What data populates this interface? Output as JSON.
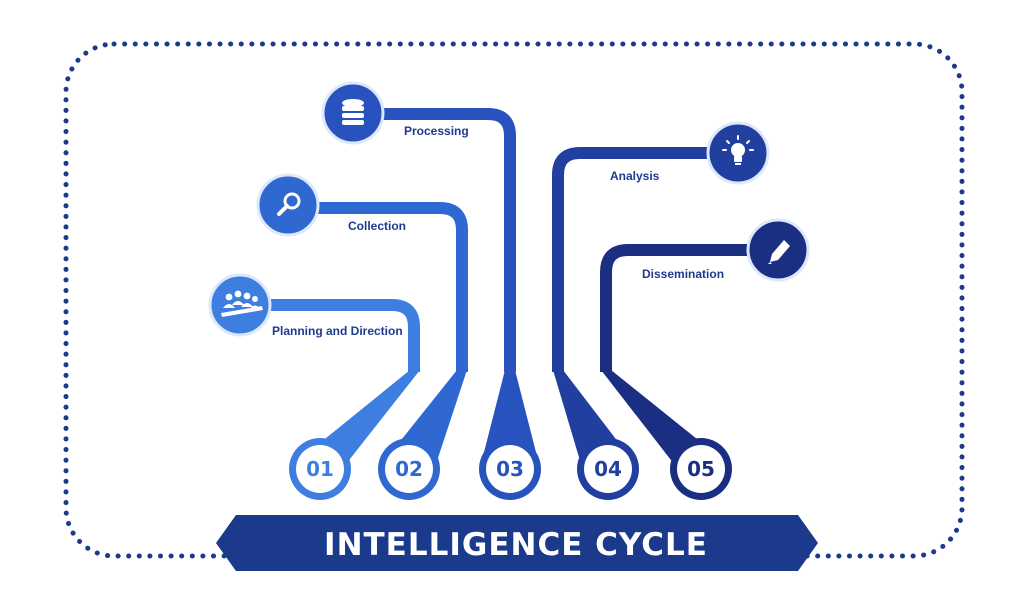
{
  "title": "INTELLIGENCE CYCLE",
  "colors": {
    "border": "#1b3a8c",
    "banner": "#1b3a8c",
    "banner_text": "#ffffff",
    "label_text": "#1d3b8f"
  },
  "steps": [
    {
      "number": "01",
      "label": "Planning and Direction",
      "icon": "team-icon",
      "color": "#3d7ee0"
    },
    {
      "number": "02",
      "label": "Collection",
      "icon": "magnifier-icon",
      "color": "#3068d2"
    },
    {
      "number": "03",
      "label": "Processing",
      "icon": "database-icon",
      "color": "#2852bd"
    },
    {
      "number": "04",
      "label": "Analysis",
      "icon": "lightbulb-icon",
      "color": "#213f9e"
    },
    {
      "number": "05",
      "label": "Dissemination",
      "icon": "pencil-icon",
      "color": "#1a2f82"
    }
  ]
}
